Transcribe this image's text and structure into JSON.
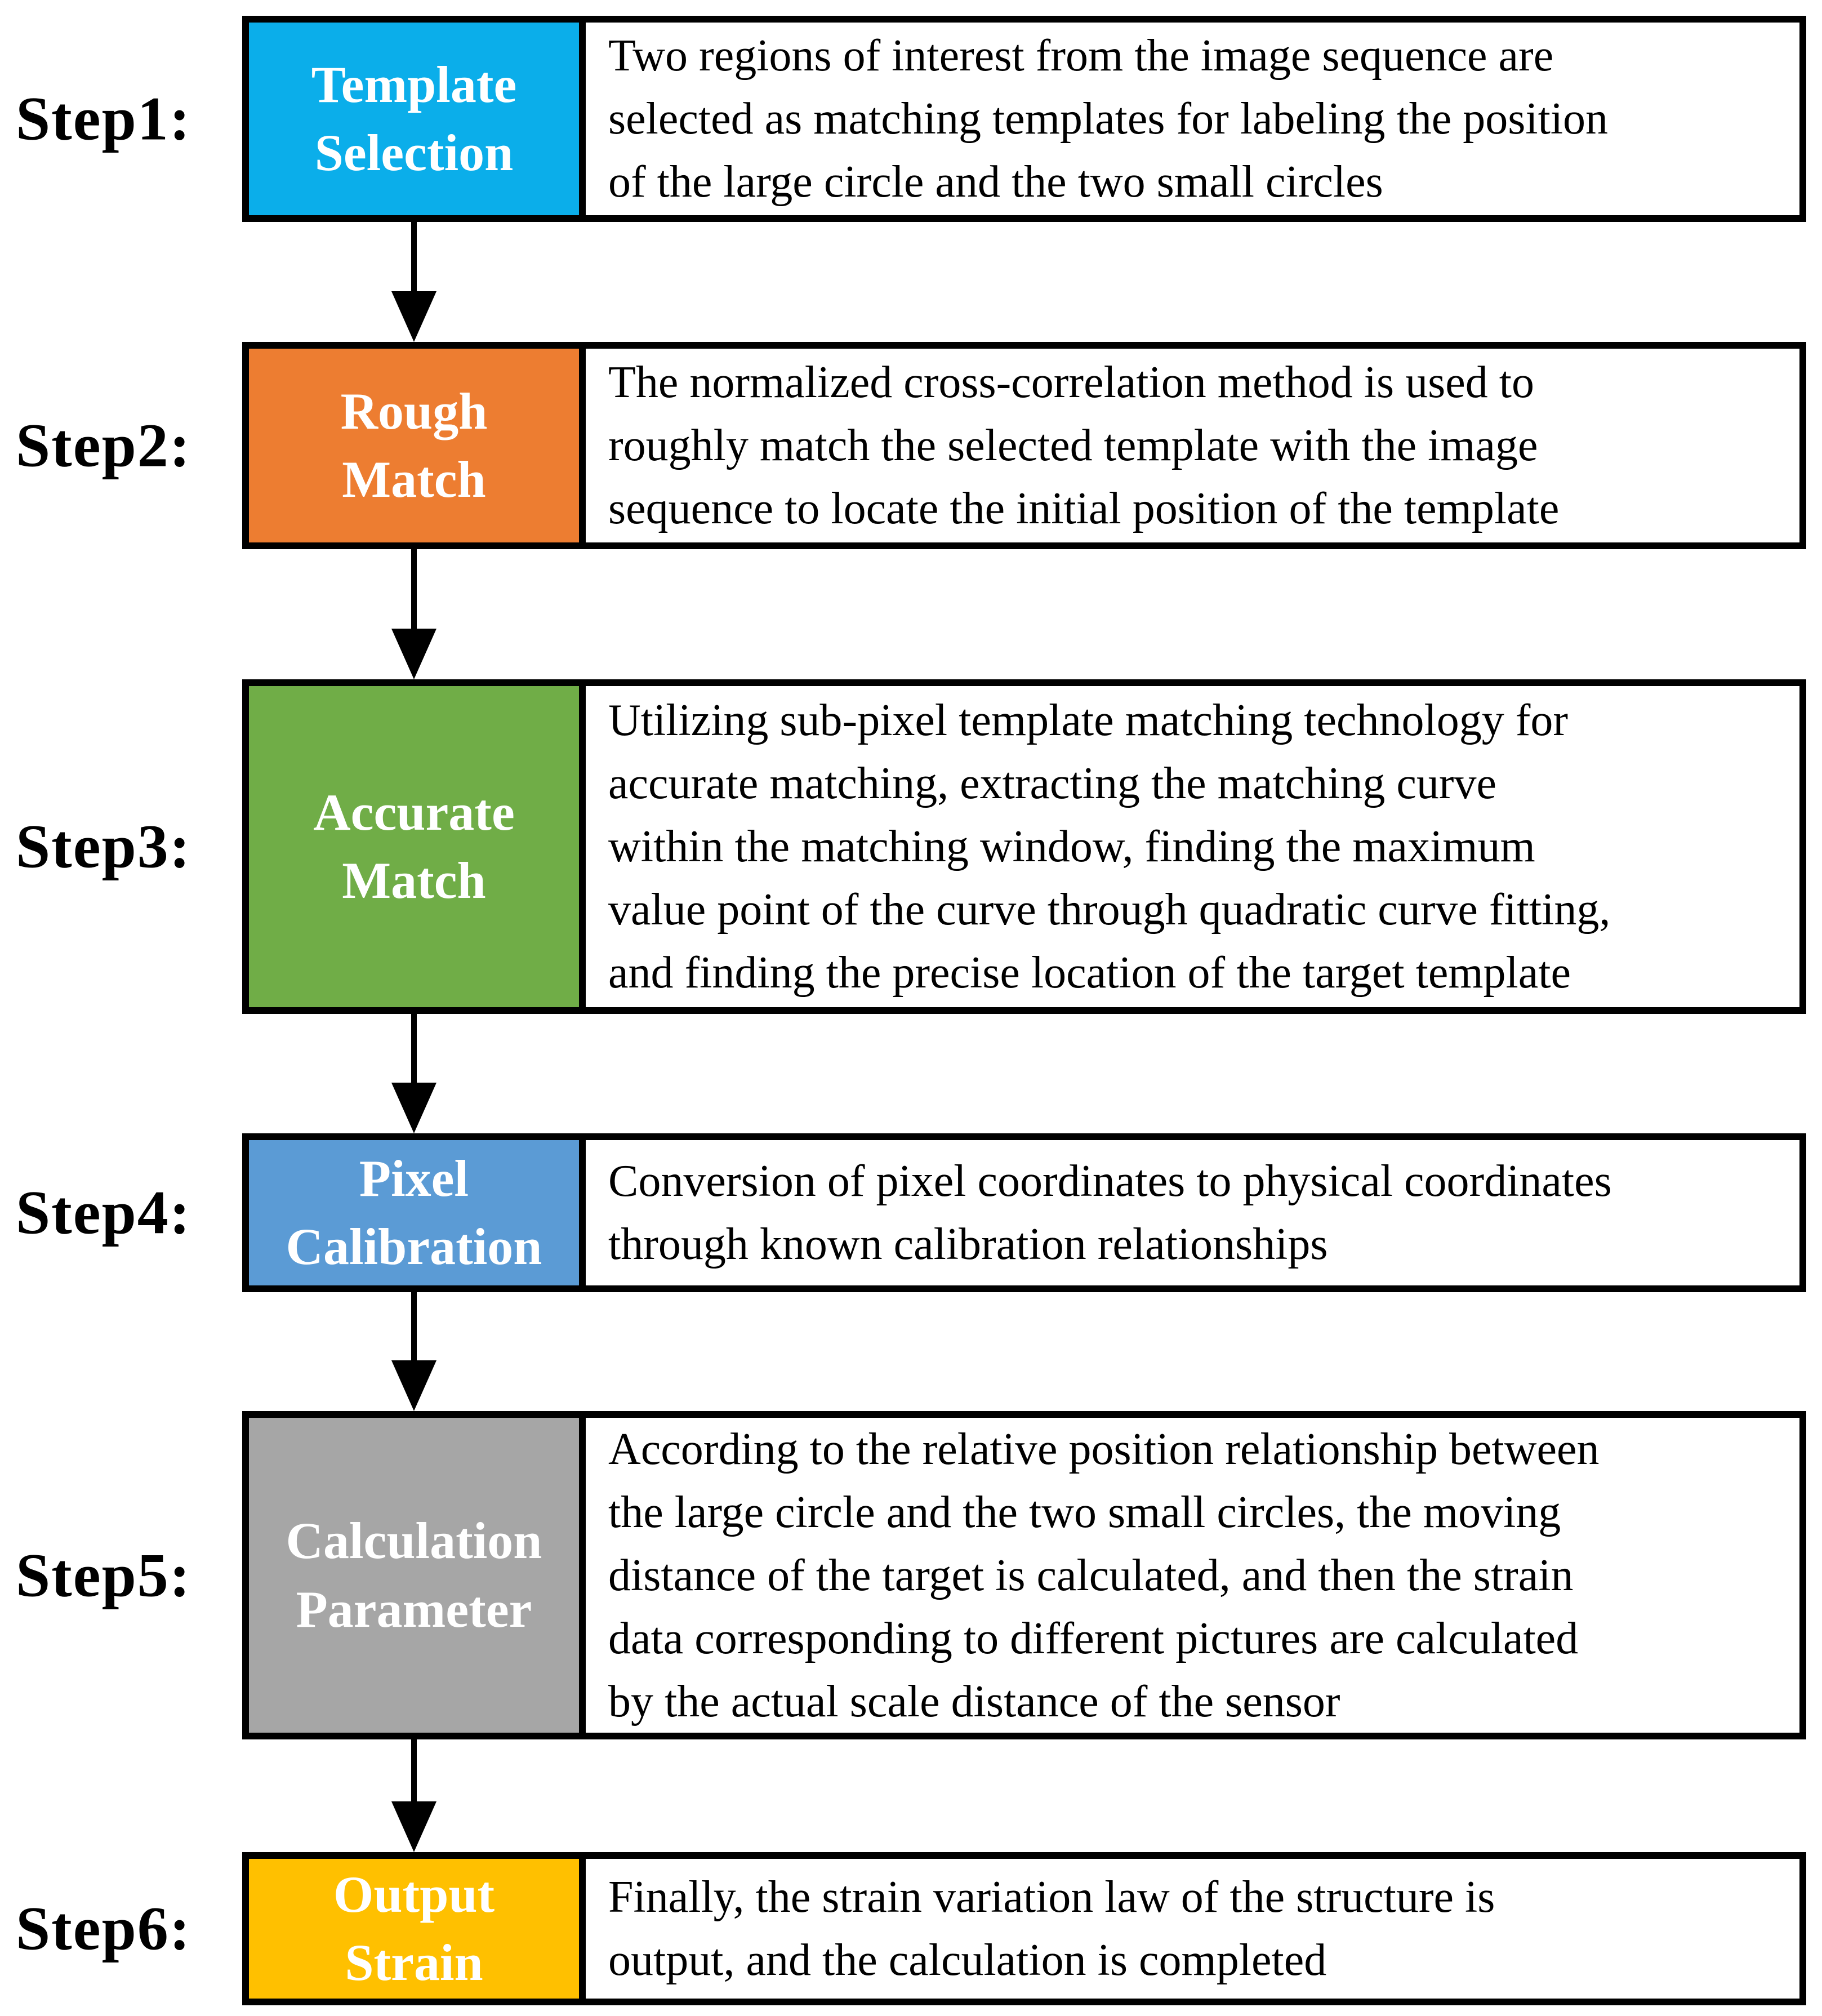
{
  "border_color": "#000000",
  "title_text_color": "#FFFFFF",
  "steps": [
    {
      "label": "Step1:",
      "title": "Template\nSelection",
      "color": "#0BAEEA",
      "description": "Two regions of interest from the image sequence are\nselected as matching templates for labeling the position\nof the large circle and the two small circles"
    },
    {
      "label": "Step2:",
      "title": "Rough\nMatch",
      "color": "#ED7D31",
      "description": "The normalized cross-correlation method is used to\nroughly match the selected template with the image\nsequence to locate the initial position of the template"
    },
    {
      "label": "Step3:",
      "title": "Accurate\nMatch",
      "color": "#70AD47",
      "description": "Utilizing sub-pixel template matching technology for\naccurate matching, extracting the matching curve\nwithin the matching window, finding the maximum\nvalue point of the curve through quadratic curve fitting,\nand finding the precise location of the target template"
    },
    {
      "label": "Step4:",
      "title": "Pixel\nCalibration",
      "color": "#5B9BD5",
      "description": "Conversion of pixel coordinates to physical coordinates\nthrough known calibration relationships"
    },
    {
      "label": "Step5:",
      "title": "Calculation\nParameter",
      "color": "#A6A6A6",
      "description": "According to the relative position relationship between\nthe large circle and the two small circles, the moving\ndistance of the target is calculated, and then the strain\ndata corresponding to different pictures are calculated\nby the actual scale distance of the sensor"
    },
    {
      "label": "Step6:",
      "title": "Output\nStrain",
      "color": "#FFC000",
      "description": "Finally, the strain variation law of the structure is\noutput, and the calculation is completed"
    }
  ]
}
